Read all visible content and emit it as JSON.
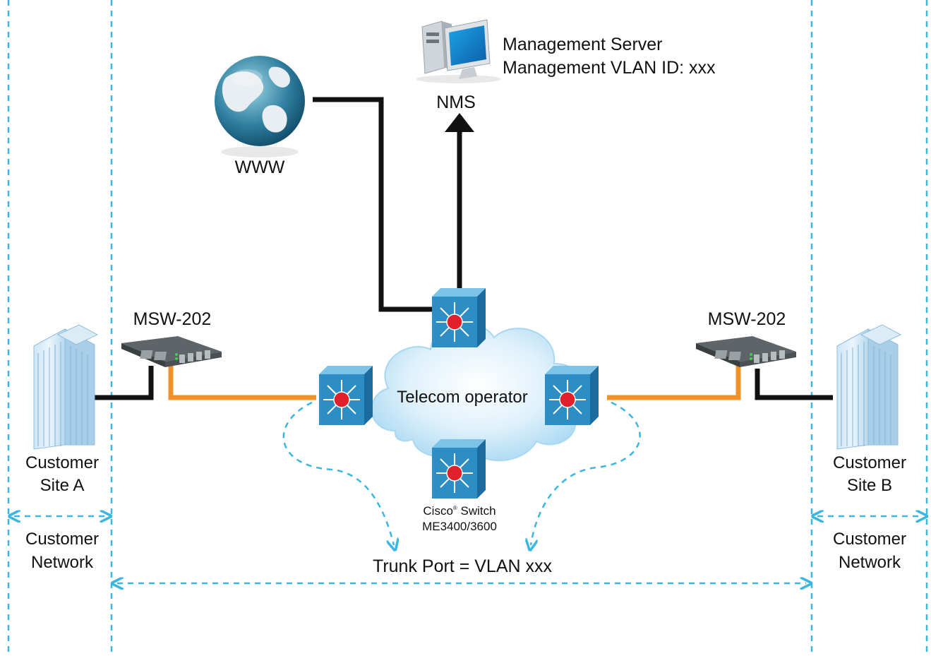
{
  "nms": {
    "label": "NMS",
    "server_line1": "Management Server",
    "server_line2": "Management VLAN ID: xxx",
    "icon": "computer-icon"
  },
  "www": {
    "label": "WWW",
    "icon": "globe-icon"
  },
  "cloud": {
    "label": "Telecom operator",
    "icon": "cloud-icon"
  },
  "switch_model": {
    "line1": "Cisco",
    "reg": "®",
    "line1b": " Switch",
    "line2": "ME3400/3600",
    "icon": "switch-icon"
  },
  "left": {
    "device": "MSW-202",
    "site_line1": "Customer",
    "site_line2": "Site A",
    "network_line1": "Customer",
    "network_line2": "Network",
    "icon": "building-icon"
  },
  "right": {
    "device": "MSW-202",
    "site_line1": "Customer",
    "site_line2": "Site B",
    "network_line1": "Customer",
    "network_line2": "Network",
    "icon": "building-icon"
  },
  "trunk": {
    "label": "Trunk Port = VLAN xxx"
  },
  "colors": {
    "dashed": "#3ab6e0",
    "fiber": "#f0922b",
    "copper": "#111111",
    "switch": "#2d8ec6",
    "router_dot": "#e0202a"
  }
}
